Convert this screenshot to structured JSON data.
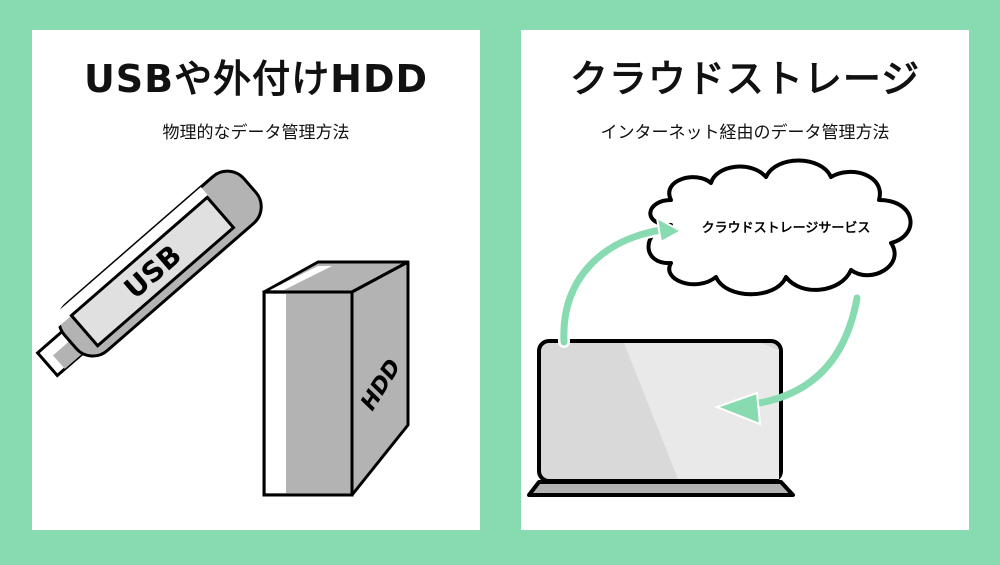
{
  "left_panel": {
    "title": "USBや外付けHDD",
    "subtitle": "物理的なデータ管理方法",
    "usb_label": "USB",
    "hdd_label": "HDD"
  },
  "right_panel": {
    "title": "クラウドストレージ",
    "subtitle": "インターネット経由のデータ管理方法",
    "cloud_label": "クラウドストレージサービス"
  },
  "colors": {
    "background": "#88dbb0",
    "panel": "#ffffff",
    "arrow": "#88dbb0",
    "gray_dark": "#b3b3b3",
    "gray_light": "#e0e0e0"
  }
}
